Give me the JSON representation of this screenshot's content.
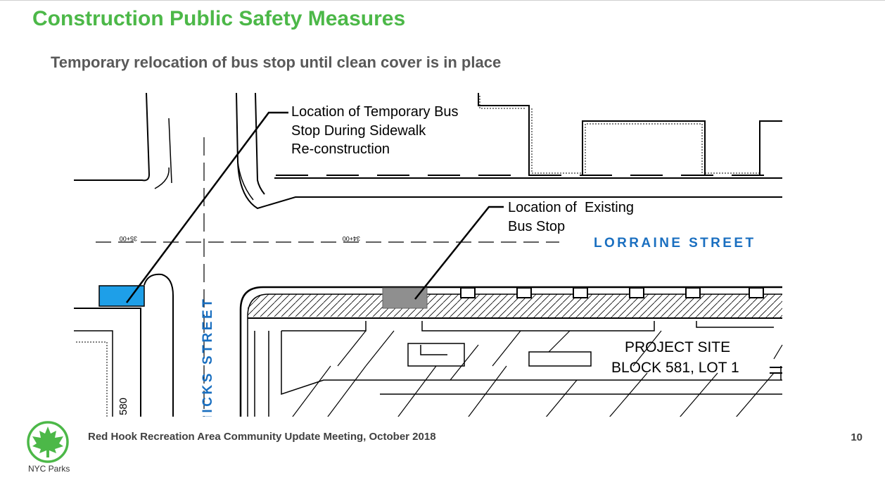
{
  "slide": {
    "title": "Construction Public Safety Measures",
    "subtitle": "Temporary relocation of bus stop until clean cover is in place",
    "footer": "Red Hook Recreation Area Community Update Meeting, October 2018",
    "page_number": "10",
    "logo_text": "NYC Parks"
  },
  "plan": {
    "temp_stop_label": [
      "Location of Temporary Bus",
      "Stop During Sidewalk",
      "Re-construction"
    ],
    "existing_stop_label": [
      "Location of  Existing",
      "Bus Stop"
    ],
    "street_lorraine": "LORRAINE STREET",
    "street_hicks": "HICKS STREET",
    "project_site": [
      "PROJECT SITE",
      "BLOCK 581, LOT 1"
    ],
    "station_left": "35+00",
    "station_right": "34+00",
    "lot_number": "580",
    "colors": {
      "temp_stop": "#1e9fe8",
      "existing_stop": "#8f8f8f",
      "street_label": "#1a6fc0",
      "title": "#4cb848",
      "logo": "#4cb848"
    }
  }
}
